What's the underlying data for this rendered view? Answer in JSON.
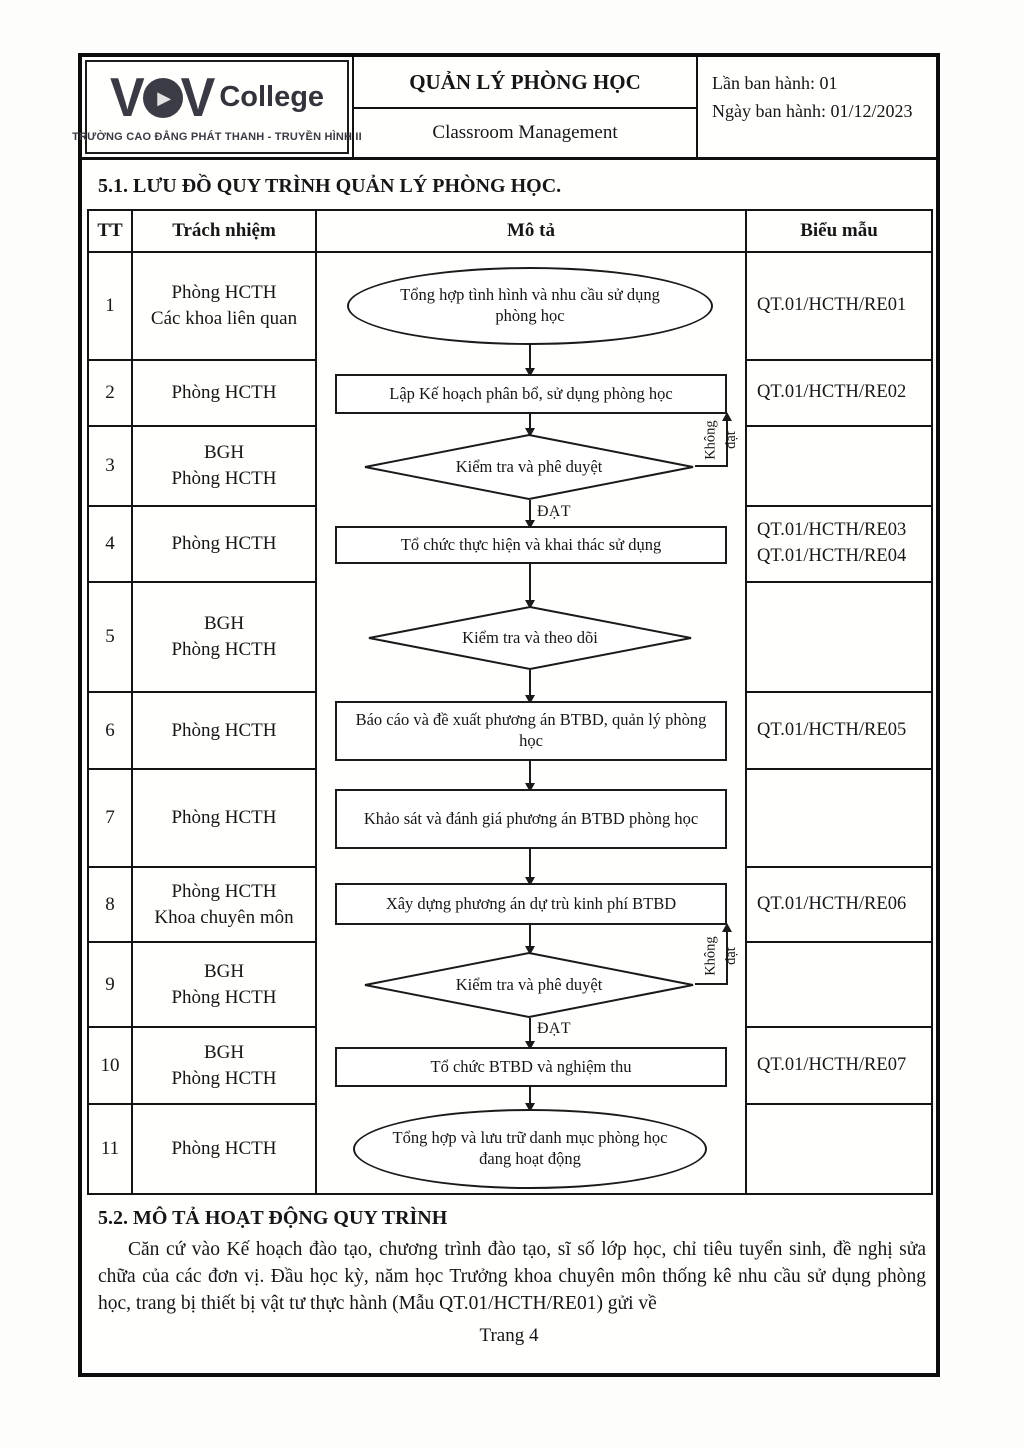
{
  "header": {
    "logo": {
      "v_left": "V",
      "v_right": "V",
      "play_icon": "▶",
      "college": "College",
      "subtitle": "TRƯỜNG CAO ĐẲNG PHÁT THANH - TRUYỀN HÌNH II"
    },
    "title_vi": "QUẢN LÝ PHÒNG HỌC",
    "title_en": "Classroom Management",
    "issue_line1": "Lần ban hành: 01",
    "issue_line2": "Ngày ban hành: 01/12/2023"
  },
  "section1": {
    "title": "5.1. LƯU ĐỒ QUY TRÌNH QUẢN LÝ PHÒNG HỌC."
  },
  "table": {
    "col_tt": "TT",
    "col_resp": "Trách nhiệm",
    "col_desc": "Mô tả",
    "col_form": "Biểu mẫu",
    "rows": [
      {
        "tt": "1",
        "resp": [
          "Phòng HCTH",
          "Các khoa liên quan"
        ],
        "forms": [
          "QT.01/HCTH/RE01"
        ]
      },
      {
        "tt": "2",
        "resp": [
          "Phòng HCTH"
        ],
        "forms": [
          "QT.01/HCTH/RE02"
        ]
      },
      {
        "tt": "3",
        "resp": [
          "BGH",
          "Phòng HCTH"
        ],
        "forms": []
      },
      {
        "tt": "4",
        "resp": [
          "Phòng HCTH"
        ],
        "forms": [
          "QT.01/HCTH/RE03",
          "QT.01/HCTH/RE04"
        ]
      },
      {
        "tt": "5",
        "resp": [
          "BGH",
          "Phòng HCTH"
        ],
        "forms": []
      },
      {
        "tt": "6",
        "resp": [
          "Phòng HCTH"
        ],
        "forms": [
          "QT.01/HCTH/RE05"
        ]
      },
      {
        "tt": "7",
        "resp": [
          "Phòng HCTH"
        ],
        "forms": []
      },
      {
        "tt": "8",
        "resp": [
          "Phòng HCTH",
          "Khoa chuyên môn"
        ],
        "forms": [
          "QT.01/HCTH/RE06"
        ]
      },
      {
        "tt": "9",
        "resp": [
          "BGH",
          "Phòng HCTH"
        ],
        "forms": []
      },
      {
        "tt": "10",
        "resp": [
          "BGH",
          "Phòng HCTH"
        ],
        "forms": [
          "QT.01/HCTH/RE07"
        ]
      },
      {
        "tt": "11",
        "resp": [
          "Phòng HCTH"
        ],
        "forms": []
      }
    ]
  },
  "flowchart": {
    "steps": [
      {
        "type": "ellipse",
        "text": "Tổng hợp tình hình và nhu cầu sử dụng phòng học"
      },
      {
        "type": "rect",
        "text": "Lập Kế hoạch phân bổ, sử dụng phòng học"
      },
      {
        "type": "diamond",
        "text": "Kiểm tra và phê duyệt"
      },
      {
        "type": "rect",
        "text": "Tổ chức thực hiện và khai thác sử dụng"
      },
      {
        "type": "diamond",
        "text": "Kiểm tra và theo dõi"
      },
      {
        "type": "rect",
        "text": "Báo cáo và đề xuất phương án BTBD,  quản lý phòng học"
      },
      {
        "type": "rect",
        "text": "Khảo sát và đánh giá phương án BTBD phòng học"
      },
      {
        "type": "rect",
        "text": "Xây dựng phương án dự trù kinh phí BTBD"
      },
      {
        "type": "diamond",
        "text": "Kiểm tra và phê duyệt"
      },
      {
        "type": "rect",
        "text": "Tổ chức BTBD và nghiệm thu"
      },
      {
        "type": "ellipse",
        "text": "Tổng hợp và lưu trữ danh mục phòng học đang hoạt động"
      }
    ],
    "pass_label": "ĐẠT",
    "fail_line1": "Không",
    "fail_line2": "đạt"
  },
  "section2": {
    "title": "5.2. MÔ TẢ HOẠT ĐỘNG QUY TRÌNH",
    "paragraph": "Căn cứ vào Kế hoạch đào tạo, chương trình đào tạo, sĩ số lớp học, chỉ tiêu tuyển sinh, đề nghị sửa chữa của các đơn vị. Đầu học kỳ, năm học Trưởng khoa chuyên môn thống kê nhu cầu sử dụng phòng học, trang bị thiết bị vật tư thực hành (Mẫu QT.01/HCTH/RE01) gửi về"
  },
  "footer": {
    "page_label": "Trang 4"
  }
}
